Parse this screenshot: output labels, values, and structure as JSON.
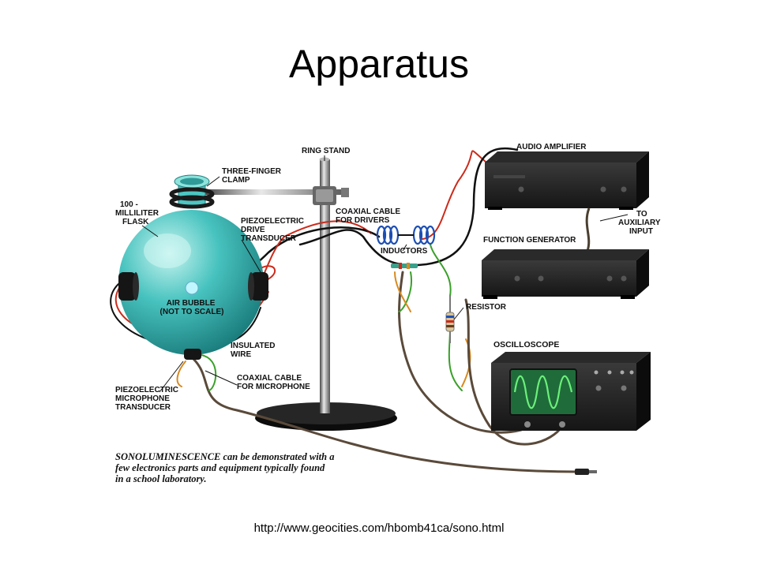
{
  "title": "Apparatus",
  "source_url": "http://www.geocities.com/hbomb41ca/sono.html",
  "diagram": {
    "labels": {
      "ring_stand": "RING STAND",
      "three_finger_clamp": [
        "THREE-FINGER",
        "CLAMP"
      ],
      "flask": [
        "100 -",
        "MILLILITER",
        "FLASK"
      ],
      "piezo_drive": [
        "PIEZOELECTRIC",
        "DRIVE",
        "TRANSDUCER"
      ],
      "coax_drivers": [
        "COAXIAL CABLE",
        "FOR DRIVERS"
      ],
      "inductors": "INDUCTORS",
      "audio_amplifier": "AUDIO AMPLIFIER",
      "to_aux": [
        "TO",
        "AUXILIARY",
        "INPUT"
      ],
      "function_generator": "FUNCTION GENERATOR",
      "air_bubble": [
        "AIR BUBBLE",
        "(NOT TO SCALE)"
      ],
      "resistor": "RESISTOR",
      "oscilloscope": "OSCILLOSCOPE",
      "insulated_wire": [
        "INSULATED",
        "WIRE"
      ],
      "piezo_mic": [
        "PIEZOELECTRIC",
        "MICROPHONE",
        "TRANSDUCER"
      ],
      "coax_mic": [
        "COAXIAL CABLE",
        "FOR MICROPHONE"
      ]
    },
    "caption": [
      "SONOLUMINESCENCE can be demonstrated with a",
      "few electronics parts and equipment typically found",
      "in a school laboratory."
    ],
    "colors": {
      "flask": "#3fb9b8",
      "wire_red": "#cc2a1a",
      "wire_green": "#3aa02a",
      "wire_orange": "#d88a20",
      "device": "#141414",
      "scope_screen": "#1f6b3a",
      "scope_trace": "#6cf07a"
    }
  }
}
